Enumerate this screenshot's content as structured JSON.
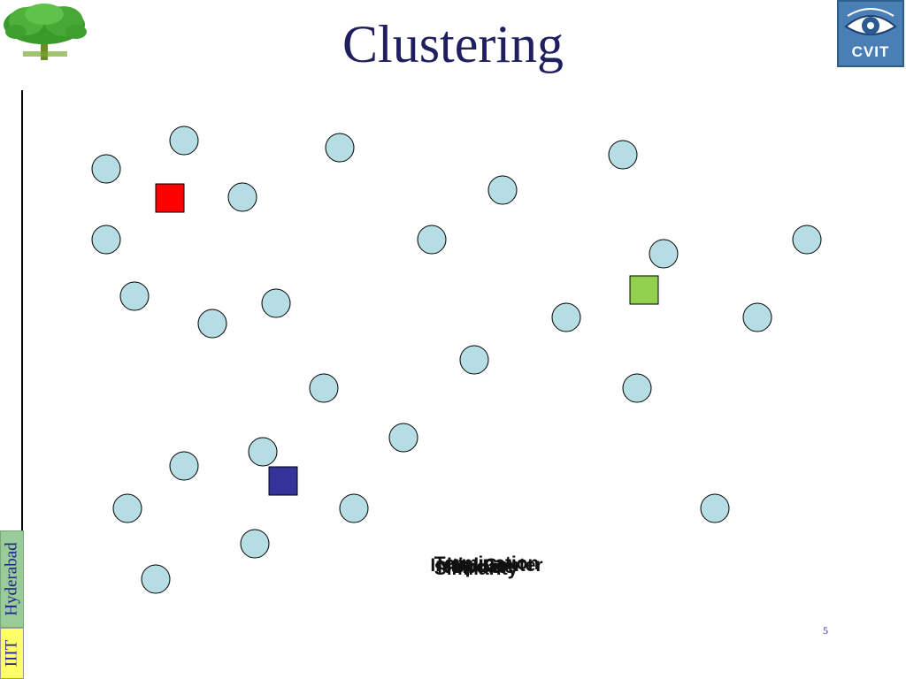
{
  "slide": {
    "title": "Clustering",
    "logo_text": "CVIT",
    "side_label_top": "Hyderabad",
    "side_label_bottom": "IIIT",
    "page_number": "5"
  },
  "captions": [
    "Similarity",
    "Number",
    "Initial Center",
    "Update",
    "Termination"
  ],
  "colors": {
    "title": "#1f1f5f",
    "point_fill": "#b6dde3",
    "point_stroke": "#000000",
    "center_red": "#ff0000",
    "center_green": "#92d050",
    "center_blue": "#333399"
  },
  "points_count_note_hidden": null
}
